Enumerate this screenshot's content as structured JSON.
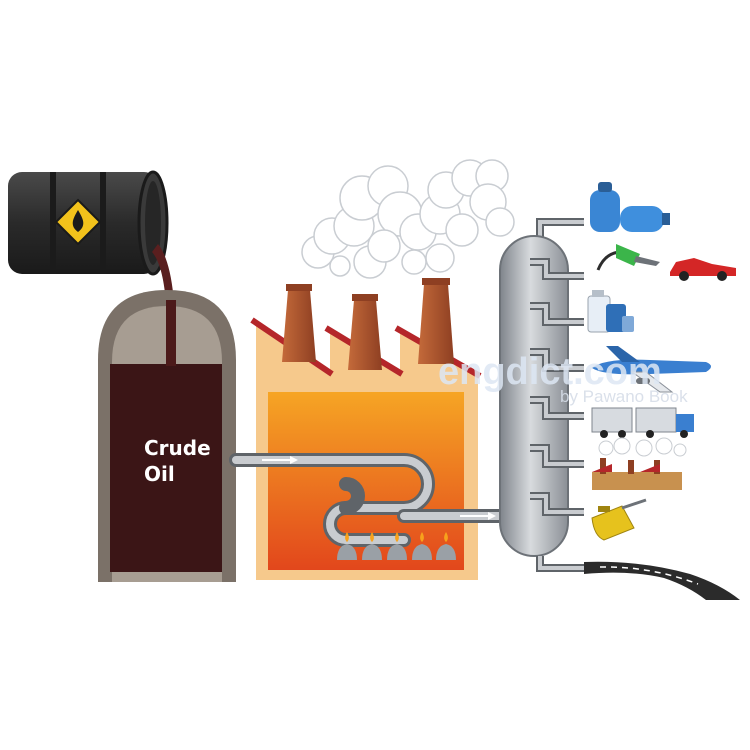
{
  "tank_label_line1": "Crude",
  "tank_label_line2": "Oil",
  "watermark": {
    "main": "engdict.com",
    "sub": "by Pawano Book"
  },
  "colors": {
    "barrel": "#2d2d2d",
    "oil": "#3c1516",
    "tank_outer": "#7d746b",
    "factory_wall": "#f6c98b",
    "furnace_top": "#f4a127",
    "furnace_bottom": "#e4481b",
    "chimney": "#a14d2b",
    "roof": "#b5262a",
    "column": "#a9adb3",
    "road": "#2b2b2b"
  },
  "products": [
    {
      "icon": "gas-cylinder-icon",
      "name": "gas"
    },
    {
      "icon": "fuel-nozzle-car-icon",
      "name": "petrol"
    },
    {
      "icon": "chemical-bottles-icon",
      "name": "chemicals"
    },
    {
      "icon": "airplane-icon",
      "name": "jet-fuel"
    },
    {
      "icon": "truck-icon",
      "name": "diesel"
    },
    {
      "icon": "factory-icon",
      "name": "fuel-oil"
    },
    {
      "icon": "oil-can-icon",
      "name": "lubricant"
    },
    {
      "icon": "road-icon",
      "name": "bitumen"
    }
  ]
}
